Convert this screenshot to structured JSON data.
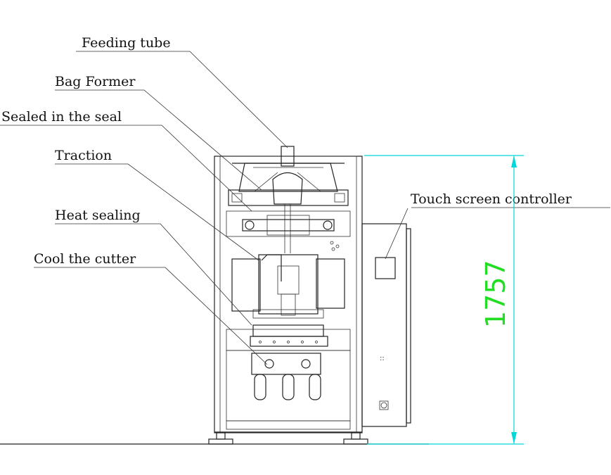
{
  "callouts": {
    "feeding_tube": "Feeding tube",
    "bag_former": "Bag Former",
    "sealed_in_the_seal": "Sealed in the seal",
    "traction": "Traction",
    "heat_sealing": "Heat sealing",
    "cool_the_cutter": "Cool the cutter",
    "touch_screen_controller": "Touch screen controller"
  },
  "dimension": {
    "height_value": "1757"
  },
  "colors": {
    "dimension_line": "#00d8d8",
    "dimension_text": "#22dd22",
    "drawing_lines": "#222222"
  }
}
